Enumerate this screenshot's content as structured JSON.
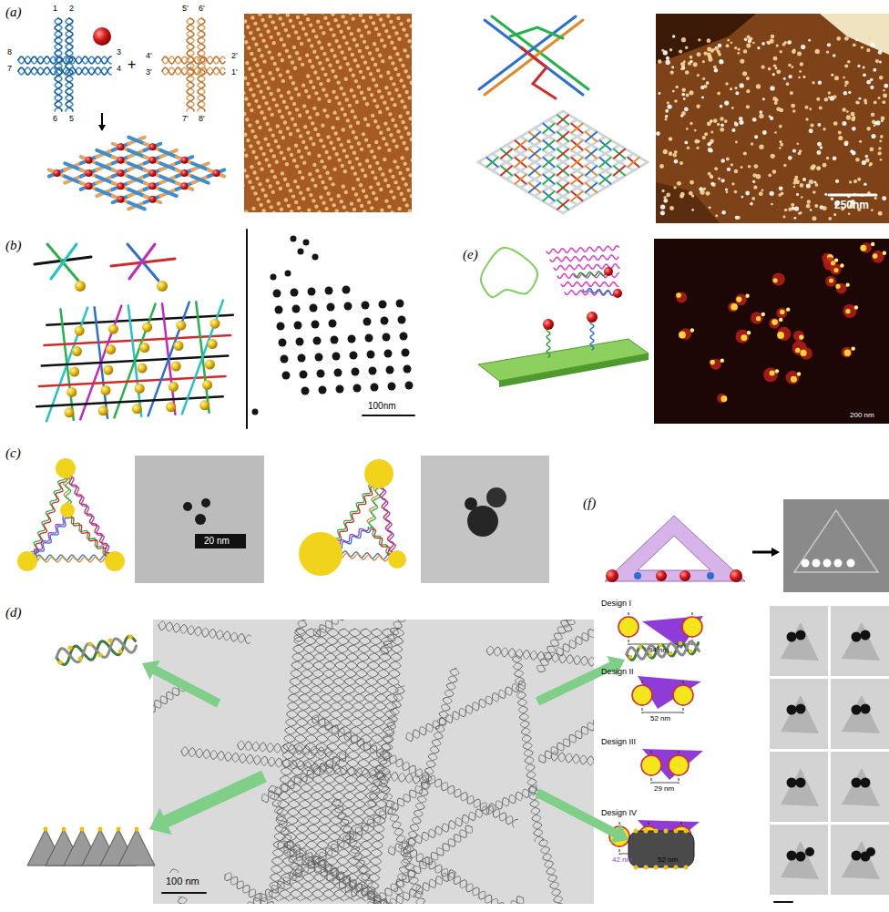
{
  "diagram": {
    "labels": [
      "(a)",
      "1",
      "2",
      "8",
      "7",
      "3",
      "4",
      "6",
      "5",
      "+",
      "5'",
      "6'",
      "4'",
      "3'",
      "2'",
      "1'",
      "7'",
      "8'",
      "250nm",
      "(b)",
      "100nm",
      "(e)",
      "200 nm",
      "(c)",
      "20 nm",
      "(f)",
      "(d)",
      "100 nm",
      "Design I",
      "94 nm",
      "Design II",
      "52 nm",
      "Design III",
      "29 nm",
      "Design IV",
      "42 nm",
      "52 nm"
    ]
  }
}
